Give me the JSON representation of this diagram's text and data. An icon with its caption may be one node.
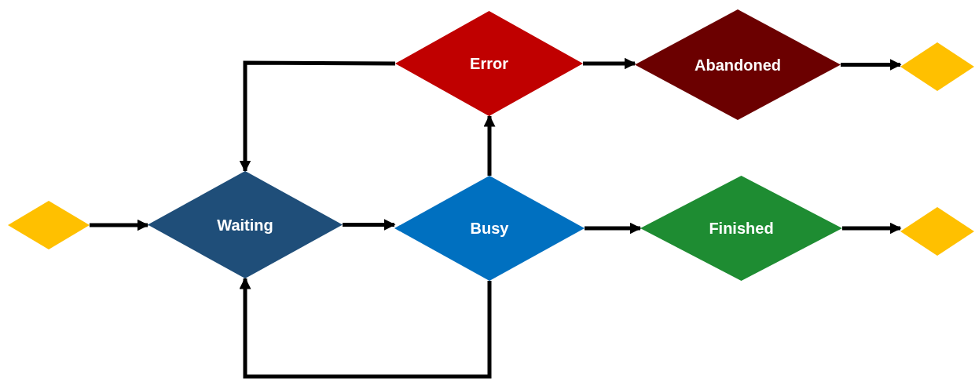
{
  "diagram": {
    "nodes": [
      {
        "text": [],
        "shape": "diamond"
      },
      {
        "text": [
          "Waiting"
        ]
      },
      {
        "text": [
          "Busy"
        ]
      },
      {
        "text": [
          "Error"
        ]
      },
      {
        "text": [
          "Abandoned"
        ]
      },
      {
        "text": [
          "Finished"
        ]
      },
      {
        "text": [],
        "shape": "diamond"
      },
      {
        "text": [],
        "shape": "diamond"
      }
    ],
    "edges": [
      {
        "from": 0,
        "to": 1,
        "arrow": "to"
      },
      {
        "from": 1,
        "to": 2,
        "arrow": "to"
      },
      {
        "from": 2,
        "to": 3,
        "arrow": "to"
      },
      {
        "from": 3,
        "to": 4,
        "arrow": "to"
      },
      {
        "from": 4,
        "to": 6,
        "arrow": "to"
      },
      {
        "from": 2,
        "to": 5,
        "arrow": "to"
      },
      {
        "from": 5,
        "to": 7,
        "arrow": "to"
      },
      {
        "from": 3,
        "to": 1,
        "arrow": "to"
      },
      {
        "from": 2,
        "to": 1,
        "arrow": "to"
      }
    ]
  }
}
